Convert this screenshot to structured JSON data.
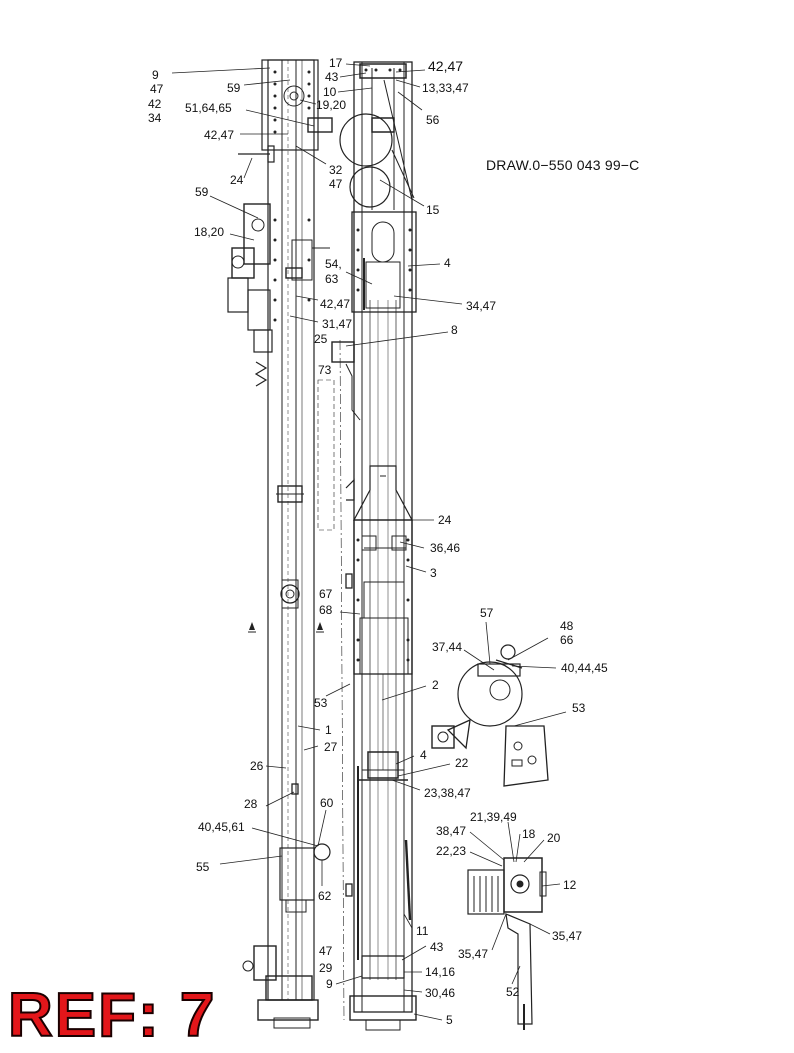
{
  "drawing_code": "DRAW.0−550 043 99−C",
  "ref_label": "REF: 7",
  "badge_color": "#e3161a",
  "callouts": {
    "c9a": "9",
    "c47a": "47",
    "c42a": "42",
    "c34a": "34",
    "c59a": "59",
    "c516465": "51,64,65",
    "c4247a": "42,47",
    "c24a": "24",
    "c59b": "59",
    "c1820a": "18,20",
    "c17": "17",
    "c43a": "43",
    "c10": "10",
    "c1920": "19,20",
    "c4247top": "42,47",
    "c133347": "13,33,47",
    "c56": "56",
    "c32": "32",
    "c47b": "47",
    "c15": "15",
    "c4a": "4",
    "c54": "54,",
    "c63": "63",
    "c4247b": "42,47",
    "c3447": "34,47",
    "c3147": "31,47",
    "c25": "25",
    "c8": "8",
    "c73": "73",
    "c24b": "24",
    "c3646": "36,46",
    "c3": "3",
    "c67": "67",
    "c68": "68",
    "c57": "57",
    "c48": "48",
    "c66": "66",
    "c3744": "37,44",
    "c404445": "40,44,45",
    "c53a": "53",
    "c2": "2",
    "c53b": "53",
    "c1": "1",
    "c27": "27",
    "c26": "26",
    "c4b": "4",
    "c22a": "22",
    "c233847": "23,38,47",
    "c28": "28",
    "c60": "60",
    "c404561": "40,45,61",
    "c213949": "21,39,49",
    "c3847": "38,47",
    "c18": "18",
    "c20": "20",
    "c2223": "22,23",
    "c55": "55",
    "c12": "12",
    "c62": "62",
    "c11": "11",
    "c43b": "43",
    "c47c": "47",
    "c3547a": "35,47",
    "c3547b": "35,47",
    "c29": "29",
    "c1416": "14,16",
    "c9b": "9",
    "c3046": "30,46",
    "c52": "52",
    "c5": "5"
  }
}
